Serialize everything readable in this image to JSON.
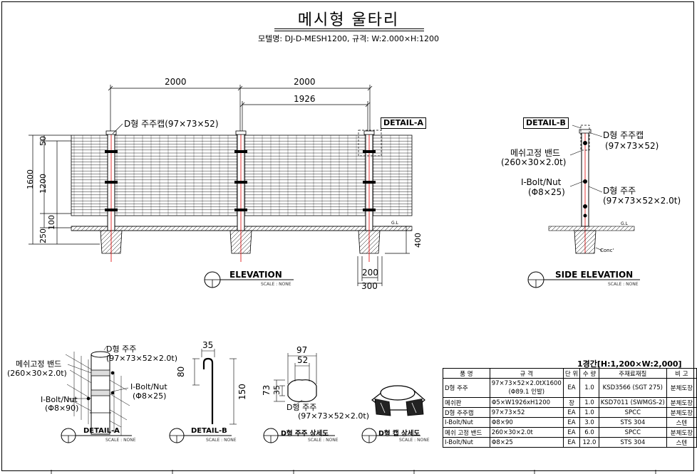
{
  "title": "메시형 울타리",
  "subtitle": "모텔명: DJ-D-MESH1200, 규격: W:2.000×H:1200",
  "elevation": {
    "dim_span_1": "2000",
    "dim_span_2": "2000",
    "dim_panel": "1926",
    "cap_label": "D형 주주캡(97×73×52)",
    "detail_a_tag": "DETAIL-A",
    "dim_v_50": "50",
    "dim_v_1200": "1200",
    "dim_v_1600": "1600",
    "dim_v_100": "100",
    "dim_v_250": "250",
    "dim_400": "400",
    "dim_200": "200",
    "dim_300": "300",
    "view_title": "ELEVATION",
    "scale": "SCALE : NONE",
    "gl": "G.L"
  },
  "side_elevation": {
    "detail_b_tag": "DETAIL-B",
    "cap_label_1": "D형 주주캡",
    "cap_label_2": "(97×73×52)",
    "band_label_1": "메쉬고정 밴드",
    "band_label_2": "(260×30×2.0t)",
    "bolt_label_1": "I-Bolt/Nut",
    "bolt_label_2": "(Φ8×25)",
    "post_label_1": "D형 주주",
    "post_label_2": "(97×73×52×2.0t)",
    "gl": "G.L",
    "conc": "Conc'",
    "view_title": "SIDE ELEVATION",
    "scale": "SCALE : NONE"
  },
  "detail_a": {
    "post_label_1": "D형 주주",
    "post_label_2": "(97×73×52×2.0t)",
    "band_label_1": "메쉬고정 밴드",
    "band_label_2": "(260×30×2.0t)",
    "bolt_r_1": "I-Bolt/Nut",
    "bolt_r_2": "(Φ8×25)",
    "bolt_l_1": "I-Bolt/Nut",
    "bolt_l_2": "(Φ8×90)",
    "view_title": "DETAIL-A",
    "scale": "SCALE : NONE"
  },
  "detail_b": {
    "dim_35": "35",
    "dim_80": "80",
    "dim_150": "150",
    "view_title": "DETAIL-B",
    "scale": "SCALE : NONE"
  },
  "post_section": {
    "dim_97": "97",
    "dim_52": "52",
    "dim_73": "73",
    "dim_35": "35",
    "label_1": "D형 주주",
    "label_2": "(97×73×52×2.0t)",
    "view_title": "D형 주주 상세도",
    "scale": "SCALE : NONE"
  },
  "cap_detail": {
    "view_title": "D형 캡 상세도",
    "scale": "SCALE : NONE"
  },
  "bom": {
    "header": "1경간[H:1,200×W:2,000]",
    "columns": [
      "품 명",
      "규 격",
      "단 위",
      "수 량",
      "주재료재질",
      "비 고"
    ],
    "rows": [
      {
        "name": "D형 주주",
        "spec": "97×73×52×2.0tX1600",
        "spec2": "(Φ89.1 인발)",
        "unit": "EA",
        "qty": "1.0",
        "material": "KSD3566 (SGT 275)",
        "note": "분체도장"
      },
      {
        "name": "메쉬판",
        "spec": "Φ5×W1926xH1200",
        "unit": "장",
        "qty": "1.0",
        "material": "KSD7011 (SWMGS-2)",
        "note": "분체도장"
      },
      {
        "name": "D형 주주캡",
        "spec": "97×73×52",
        "unit": "EA",
        "qty": "1.0",
        "material": "SPCC",
        "note": "분체도장"
      },
      {
        "name": "I-Bolt/Nut",
        "spec": "Φ8×90",
        "unit": "EA",
        "qty": "3.0",
        "material": "STS 304",
        "note": "스텐"
      },
      {
        "name": "메쉬 고정 밴드",
        "spec": "260×30×2.0t",
        "unit": "EA",
        "qty": "6.0",
        "material": "SPCC",
        "note": "분체도장"
      },
      {
        "name": "I-Bolt/Nut",
        "spec": "Φ8×25",
        "unit": "EA",
        "qty": "12.0",
        "material": "STS 304",
        "note": "스텐"
      }
    ]
  }
}
